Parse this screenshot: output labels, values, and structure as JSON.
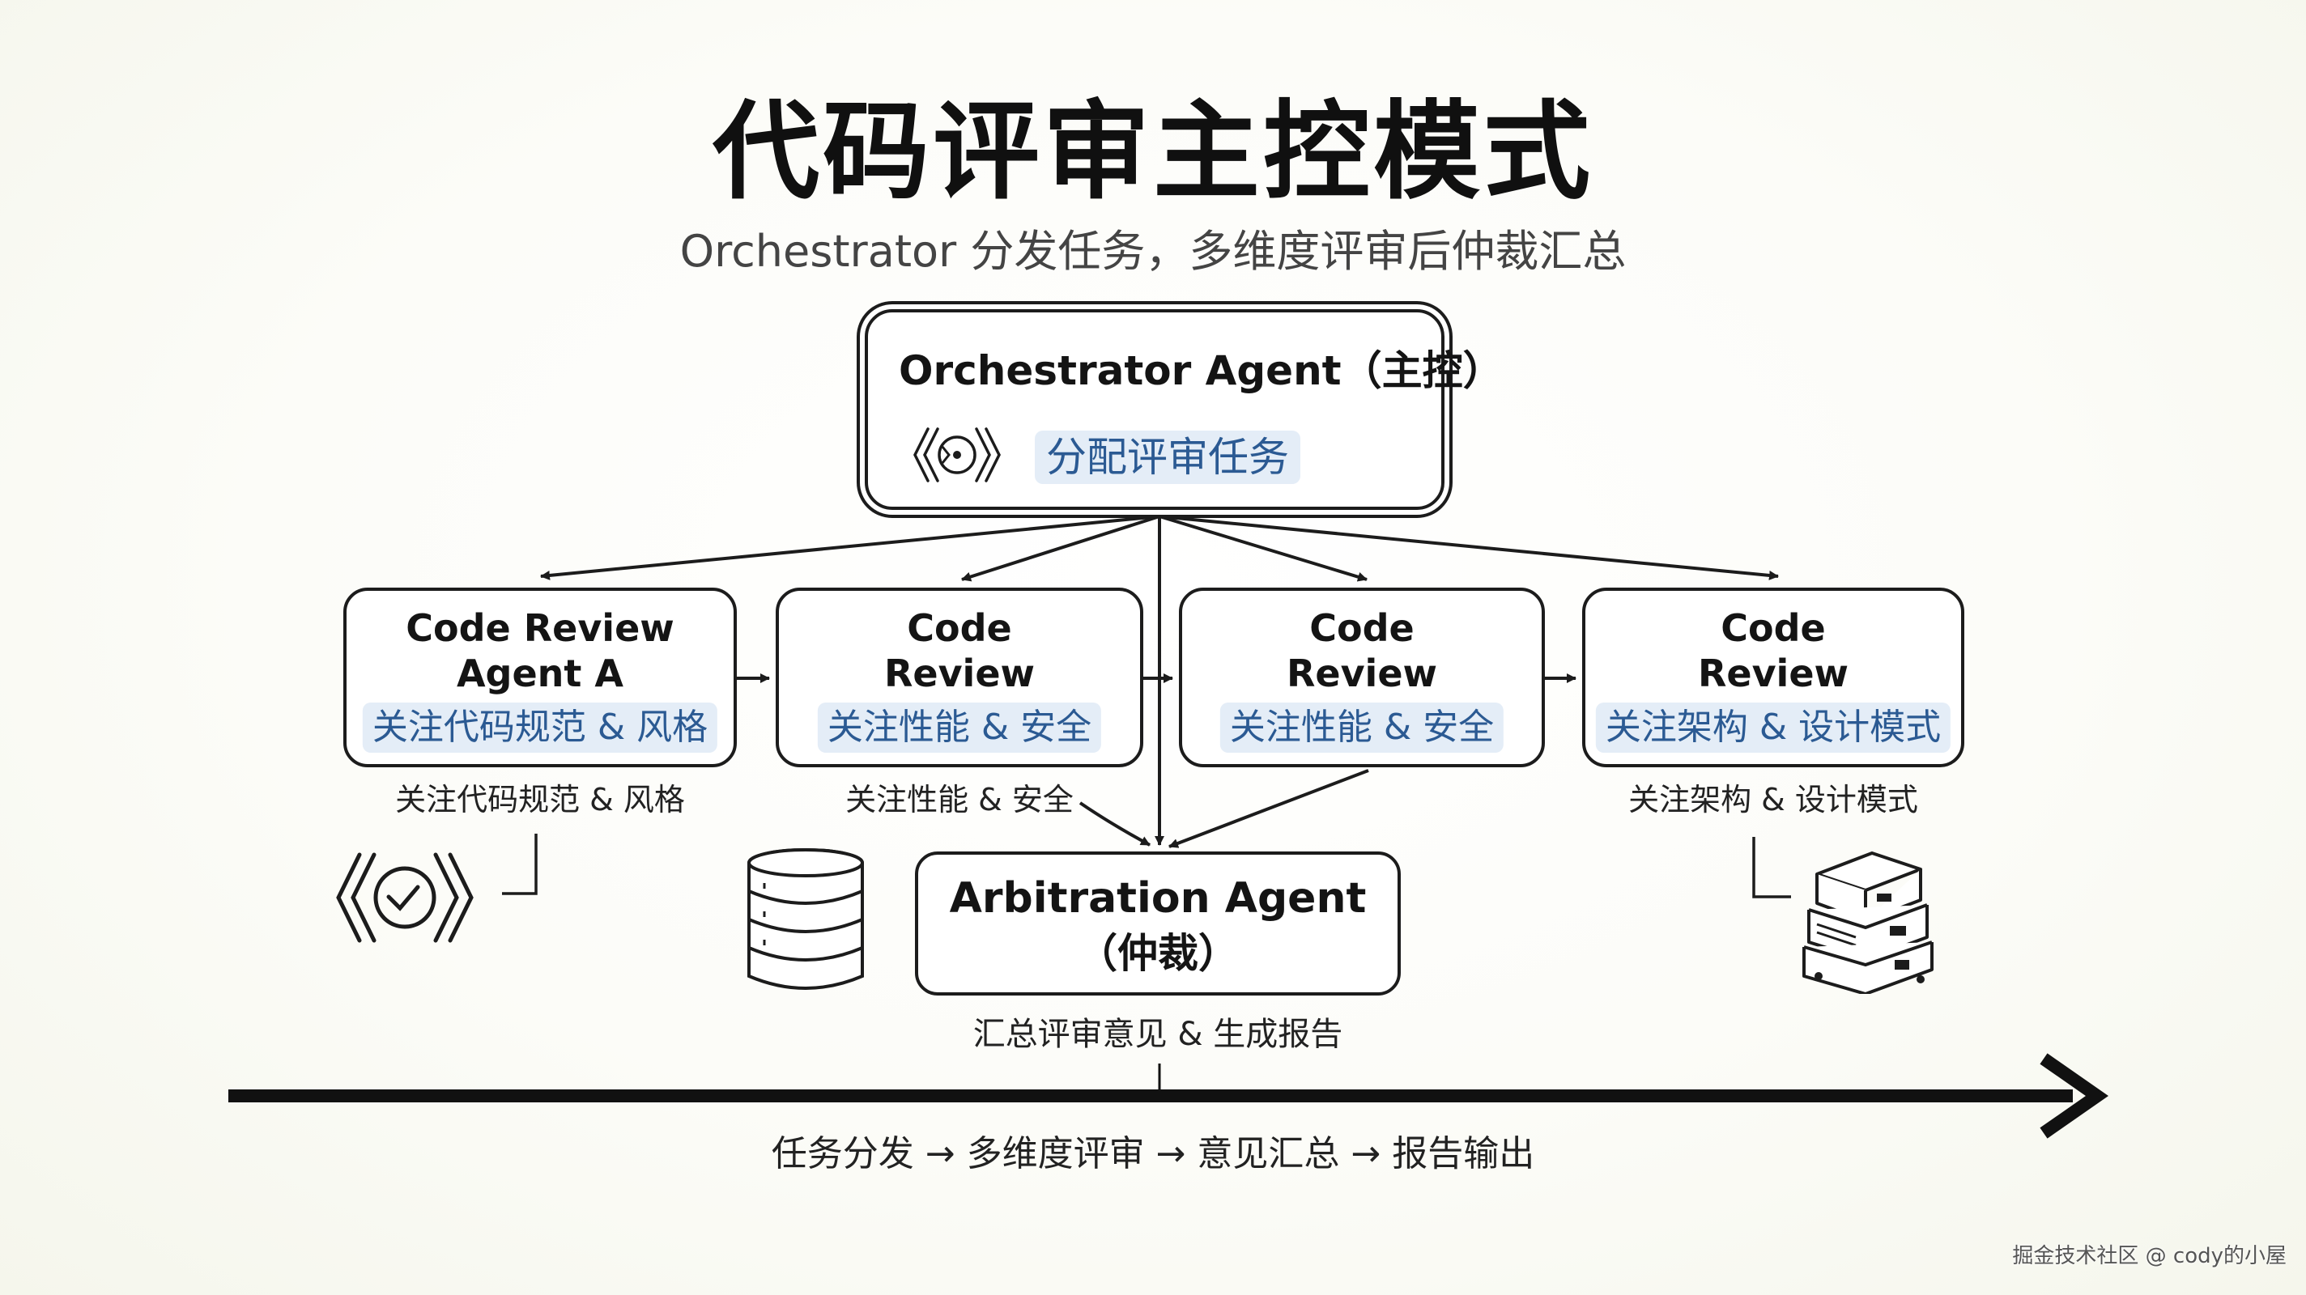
{
  "title": "代码评审主控模式",
  "subtitle": "Orchestrator 分发任务，多维度评审后仲裁汇总",
  "orchestrator": {
    "title": "Orchestrator Agent（主控）",
    "task": "分配评审任务"
  },
  "agents": [
    {
      "title": "Code Review Agent A",
      "focus": "关注代码规范 & 风格",
      "caption": "关注代码规范 & 风格"
    },
    {
      "title": "Code Review Agent B",
      "focus": "关注性能 & 安全",
      "caption": "关注性能 & 安全"
    },
    {
      "title": "Code Review Agent B",
      "focus": "关注性能 & 安全",
      "caption": ""
    },
    {
      "title": "Code Review Agent C",
      "focus": "关注架构 & 设计模式",
      "caption": "关注架构 & 设计模式"
    }
  ],
  "arbitration": {
    "title": "Arbitration Agent",
    "subtitle": "（仲裁）",
    "caption": "汇总评审意见 & 生成报告"
  },
  "flow_text": "任务分发 → 多维度评审 → 意见汇总 → 报告输出",
  "watermark": "掘金技术社区 @ cody的小屋",
  "icons": {
    "orchestrator": "code-target-icon",
    "agent_a": "code-check-icon",
    "agent_b": "database-icon",
    "agent_c": "server-stack-icon"
  },
  "colors": {
    "stroke": "#1c1c1c",
    "highlight_bg": "#e4edf7",
    "highlight_text": "#2b5a93",
    "background": "#fbfbf7"
  }
}
